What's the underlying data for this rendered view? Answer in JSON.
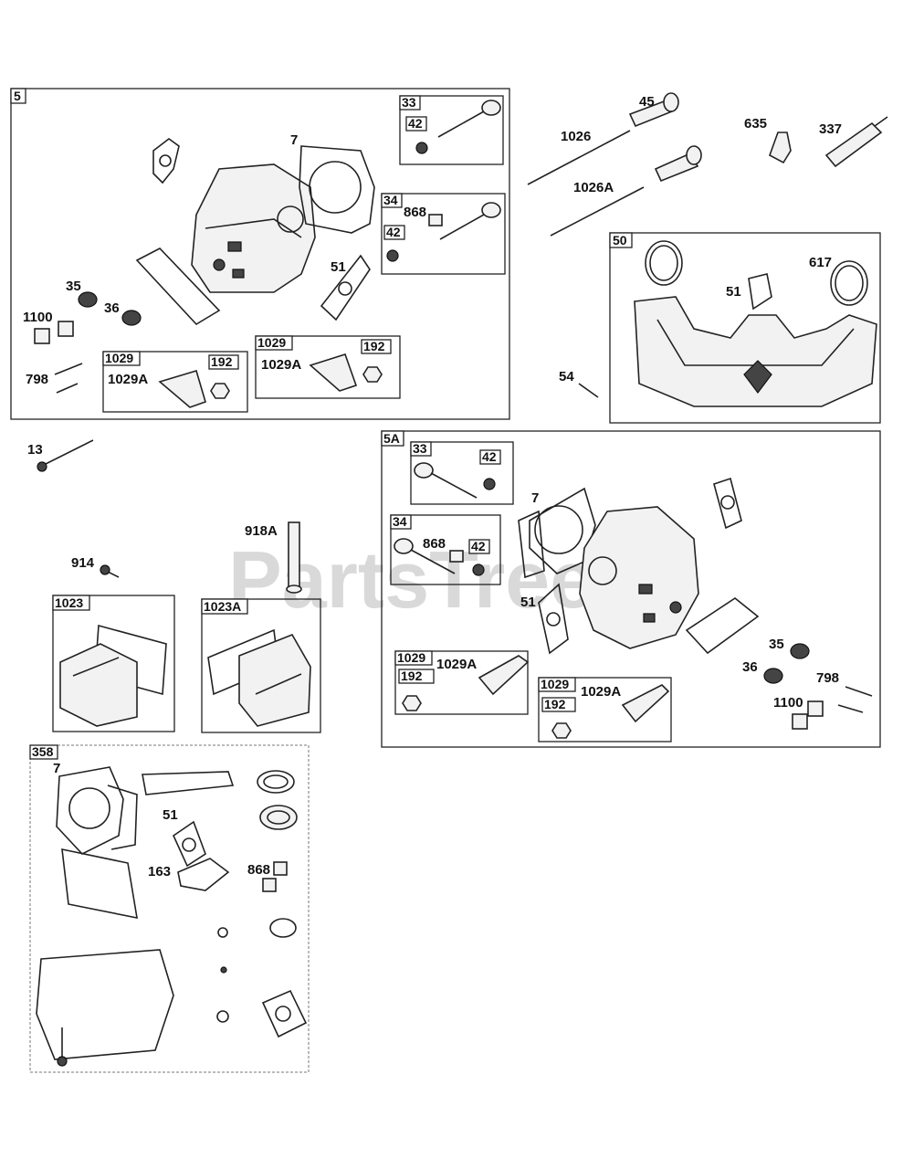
{
  "watermark": "PartsTree",
  "groups": {
    "g5": "5",
    "g5a": "5A",
    "g50": "50",
    "g358": "358",
    "g33": "33",
    "g34": "34",
    "g1029": "1029",
    "g1023": "1023",
    "g1023a": "1023A"
  },
  "callouts": {
    "c7": "7",
    "c42": "42",
    "c868": "868",
    "c51": "51",
    "c35": "35",
    "c36": "36",
    "c1100": "1100",
    "c798": "798",
    "c1029a": "1029A",
    "c192": "192",
    "c45": "45",
    "c1026": "1026",
    "c1026a": "1026A",
    "c635": "635",
    "c337": "337",
    "c617": "617",
    "c54": "54",
    "c13": "13",
    "c918a": "918A",
    "c914": "914",
    "c163": "163"
  },
  "colors": {
    "line": "#222222",
    "watermark": "#d9d9d9"
  }
}
